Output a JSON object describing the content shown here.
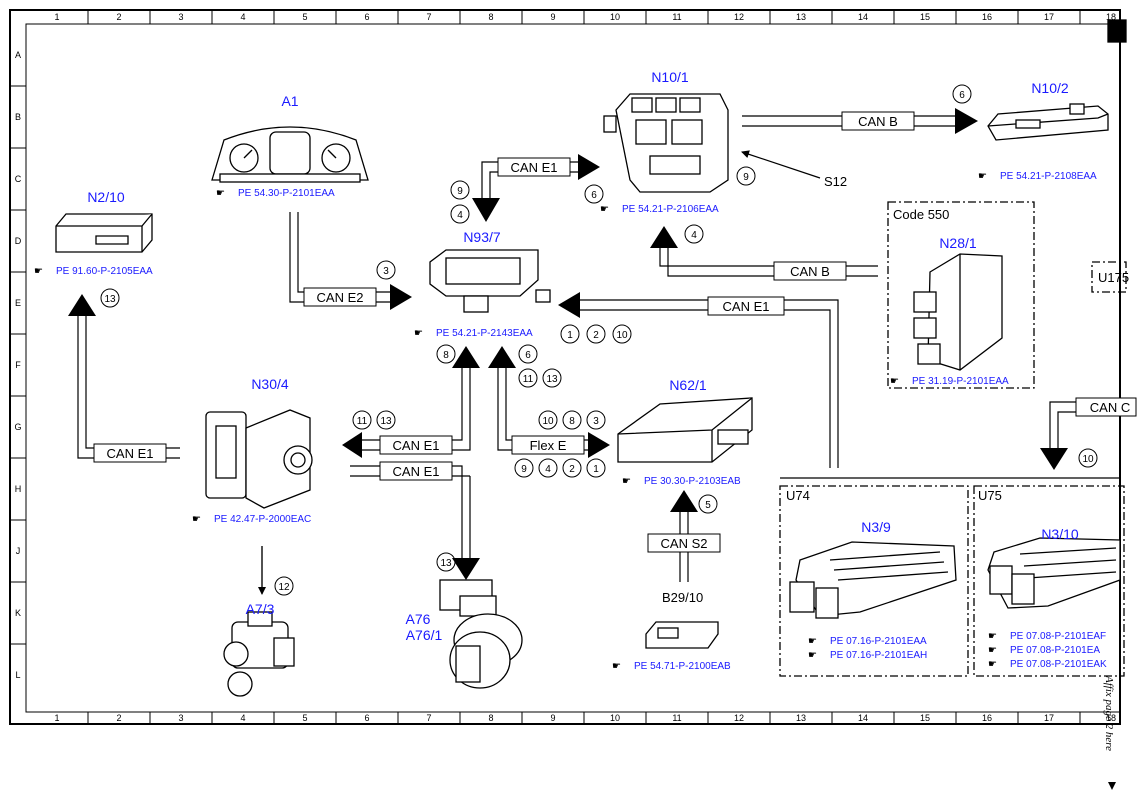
{
  "frame": {
    "grid_columns": [
      "1",
      "2",
      "3",
      "4",
      "5",
      "6",
      "7",
      "8",
      "9",
      "10",
      "11",
      "12",
      "13",
      "14",
      "15",
      "16",
      "17",
      "18"
    ],
    "grid_rows": [
      "A",
      "B",
      "C",
      "D",
      "E",
      "F",
      "G",
      "H",
      "J",
      "K",
      "L"
    ]
  },
  "components": {
    "a1": {
      "label": "A1",
      "ref": "PE 54.30-P-2101EAA"
    },
    "n2_10": {
      "label": "N2/10",
      "ref": "PE 91.60-P-2105EAA"
    },
    "n10_1": {
      "label": "N10/1",
      "ref": "PE 54.21-P-2106EAA"
    },
    "n10_2": {
      "label": "N10/2",
      "ref": "PE 54.21-P-2108EAA"
    },
    "n93_7": {
      "label": "N93/7",
      "ref": "PE 54.21-P-2143EAA"
    },
    "n28_1": {
      "label": "N28/1",
      "ref": "PE 31.19-P-2101EAA",
      "box": "Code 550"
    },
    "n30_4": {
      "label": "N30/4",
      "ref": "PE 42.47-P-2000EAC"
    },
    "n62_1": {
      "label": "N62/1",
      "ref": "PE 30.30-P-2103EAB"
    },
    "a7_3": {
      "label": "A7/3"
    },
    "a76": {
      "label": "A76",
      "label2": "A76/1"
    },
    "b29_10": {
      "label": "B29/10",
      "ref": "PE 54.71-P-2100EAB"
    },
    "n3_9": {
      "label": "N3/9",
      "box": "U74",
      "refs": [
        "PE 07.16-P-2101EAA",
        "PE 07.16-P-2101EAH"
      ]
    },
    "n3_10": {
      "label": "N3/10",
      "box": "U75",
      "refs": [
        "PE 07.08-P-2101EAF",
        "PE 07.08-P-2101EA",
        "PE 07.08-P-2101EAK"
      ]
    },
    "s12": {
      "label": "S12"
    },
    "u175": {
      "label": "U175"
    }
  },
  "buses": {
    "can_b_top": "CAN B",
    "can_e1_top": "CAN E1",
    "can_e2": "CAN E2",
    "can_b_mid": "CAN B",
    "can_e1_mid": "CAN E1",
    "can_e1_left": "CAN E1",
    "can_e1_n30": "CAN E1",
    "can_e1_a76": "CAN E1",
    "flex_e": "Flex E",
    "can_s2": "CAN S2",
    "can_c": "CAN C"
  },
  "callouts": {
    "c6_top": "6",
    "c9_s12": "9",
    "c9_left": "9",
    "c4_left": "4",
    "c6_n10": "6",
    "c4_n10": "4",
    "c3": "3",
    "c13_n2": "13",
    "c1": "1",
    "c2": "2",
    "c10": "10",
    "c8": "8",
    "c6_b": "6",
    "c11_b": "11",
    "c13_b": "13",
    "c11_g": "11",
    "c13_g": "13",
    "c10_f": "10",
    "c8_f": "8",
    "c3_f": "3",
    "c9_f": "9",
    "c4_f": "4",
    "c2_f": "2",
    "c1_f": "1",
    "c5": "5",
    "c12": "12",
    "c13_a76": "13",
    "c10_right": "10"
  },
  "side_note": "Affix page 2 here"
}
